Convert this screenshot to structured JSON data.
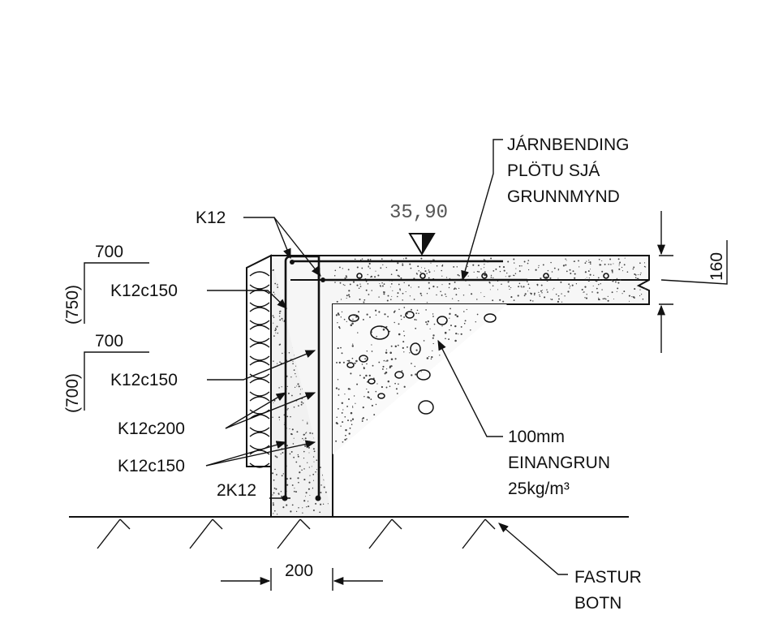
{
  "labels": {
    "k12_top": "K12",
    "k12c150_a": "K12c150",
    "k12c150_b": "K12c150",
    "k12c200": "K12c200",
    "k12c150_c": "K12c150",
    "two_k12": "2K12",
    "dim_700_a": "700",
    "dim_750": "(750)",
    "dim_700_b": "700",
    "dim_700_paren": "(700)",
    "elevation": "35,90",
    "slab_rebar_line1": "JÁRNBENDING",
    "slab_rebar_line2": "PLÖTU SJÁ",
    "slab_rebar_line3": "GRUNNMYND",
    "slab_thickness": "160",
    "insulation_line1": "100mm",
    "insulation_line2": "EINANGRUN",
    "insulation_line3": "25kg/m³",
    "wall_width": "200",
    "ground_line1": "FASTUR",
    "ground_line2": "BOTN"
  },
  "colors": {
    "ink": "#111111",
    "background": "#ffffff"
  }
}
